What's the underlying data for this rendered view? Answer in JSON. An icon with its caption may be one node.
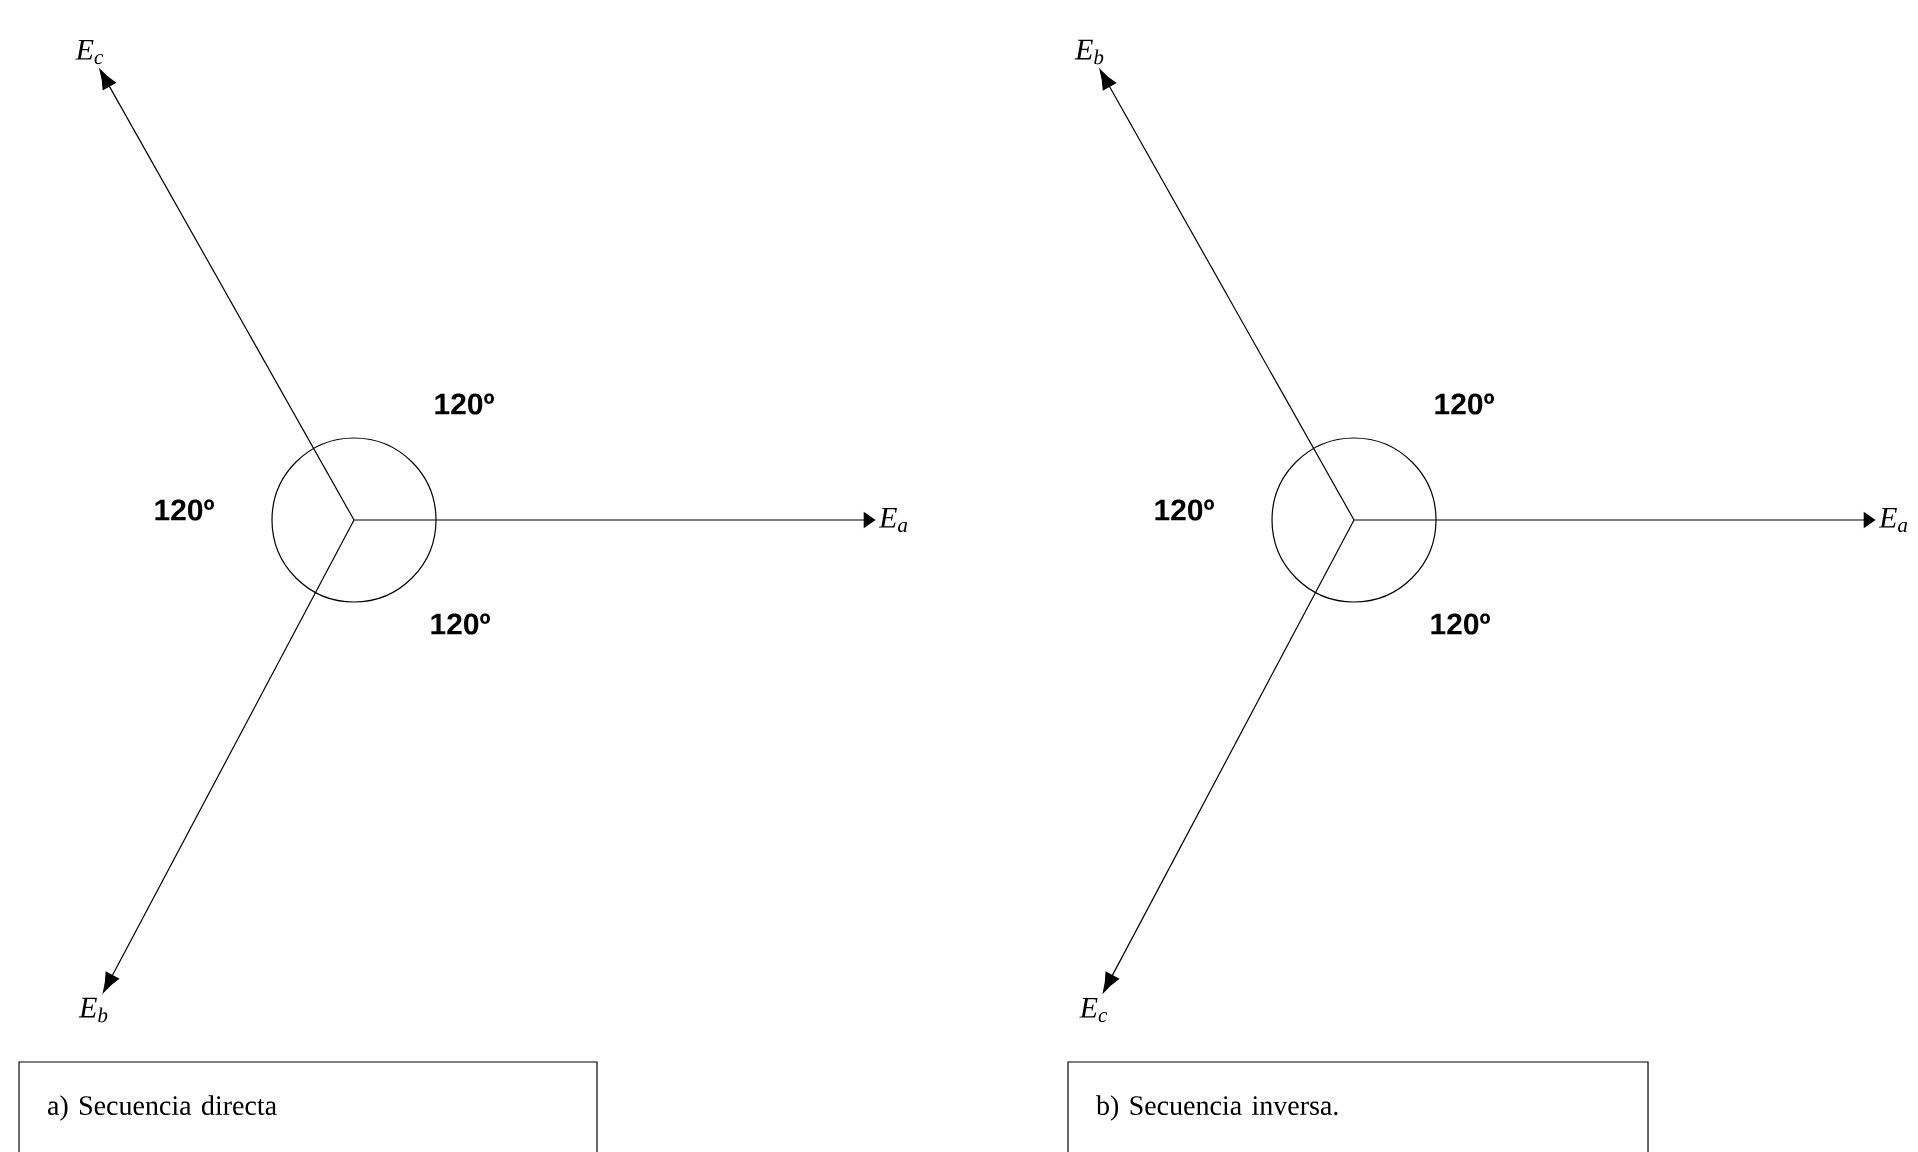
{
  "diagram": {
    "nodes": [
      {
        "text": [
          "E$_{c}$"
        ]
      },
      {
        "text": [
          "E$_{a}$"
        ]
      },
      {
        "text": [
          "E$_{b}$"
        ]
      },
      {
        "text": [
          "E$_{b}$"
        ]
      },
      {
        "text": [
          "E$_{a}$"
        ]
      },
      {
        "text": [
          "E$_{c}$"
        ]
      },
      {
        "text": [
          "a) Secuencia directa"
        ]
      },
      {
        "text": [
          "b) Secuencia inversa."
        ]
      },
      {
        "text": [],
        "shape": "circle"
      },
      {
        "text": [],
        "shape": "circle"
      }
    ],
    "edges": [
      {
        "from": 8,
        "to": 1,
        "arrow": "to"
      },
      {
        "from": 8,
        "to": 0,
        "arrow": "to"
      },
      {
        "from": 8,
        "to": 2,
        "arrow": "to"
      },
      {
        "from": 9,
        "to": 4,
        "arrow": "to"
      },
      {
        "from": 9,
        "to": 3,
        "arrow": "to"
      },
      {
        "from": 9,
        "to": 5,
        "arrow": "to"
      }
    ],
    "labels": [
      "120º",
      "120º",
      "120º",
      "120º",
      "120º",
      "120º"
    ]
  }
}
